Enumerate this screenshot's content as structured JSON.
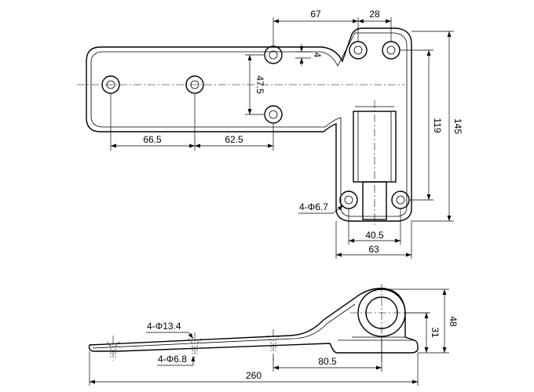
{
  "drawing": {
    "top_view": {
      "dims": {
        "d67": "67",
        "d28": "28",
        "d4": "4",
        "d47_5": "47.5",
        "d66_5": "66.5",
        "d62_5": "62.5",
        "d119": "119",
        "d145": "145",
        "d40_5": "40.5",
        "d63": "63",
        "hole_callout": "4-Φ6.7"
      }
    },
    "side_view": {
      "dims": {
        "d48": "48",
        "d31": "31",
        "d80_5": "80.5",
        "d260": "260",
        "cbore_callout": "4-Φ13.4",
        "hole_callout": "4-Φ6.8"
      }
    }
  }
}
